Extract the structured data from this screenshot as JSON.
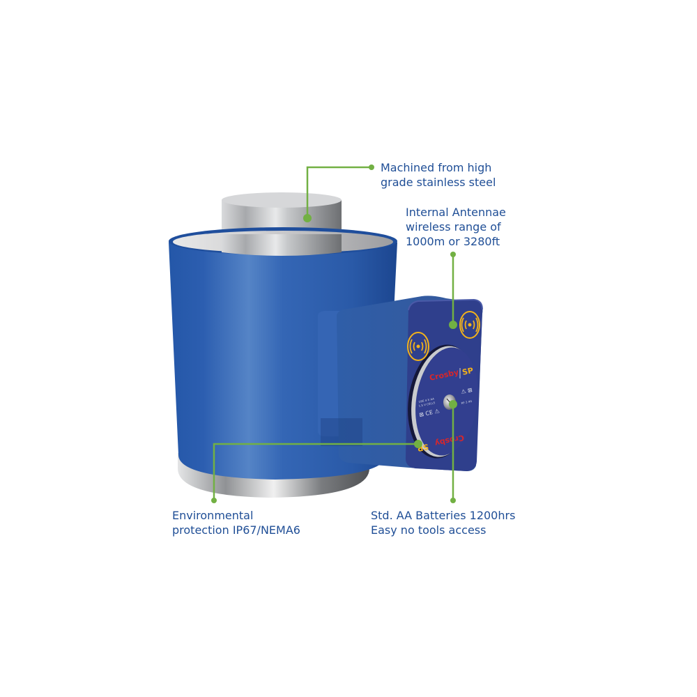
{
  "product": {
    "brand_primary": "Crosby",
    "brand_secondary": "SP",
    "body_color": "#2d5fb0",
    "cap_color": "#2f3f8c",
    "icon_color": "#f2b21b",
    "logo_red": "#d8262b",
    "steel_color": "#b8babd"
  },
  "callouts": [
    {
      "id": "steel",
      "lines": [
        "Machined from high",
        "grade stainless steel"
      ]
    },
    {
      "id": "antenna",
      "lines": [
        "Internal Antennae",
        "wireless range of",
        "1000m or 3280ft"
      ]
    },
    {
      "id": "environment",
      "lines": [
        "Environmental",
        "protection IP67/NEMA6"
      ]
    },
    {
      "id": "battery",
      "lines": [
        "Std. AA Batteries 1200hrs",
        "Easy no tools access"
      ]
    }
  ],
  "style": {
    "leader_color": "#72b043",
    "text_color": "#1f4e96"
  },
  "icons": [
    "wireless-signal-icon",
    "wireless-signal-icon"
  ]
}
